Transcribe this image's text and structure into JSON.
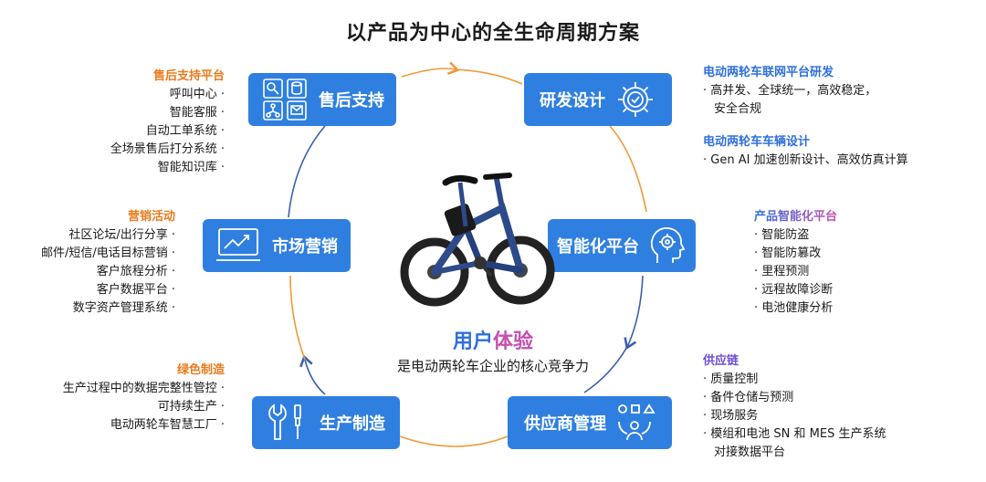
{
  "title": "以产品为中心的全生命周期方案",
  "center": {
    "ux_part1": "用户",
    "ux_part2": "体验",
    "subtitle": "是电动两轮车企业的核心竞争力"
  },
  "nodes": {
    "after_sales": "售后支持",
    "rnd": "研发设计",
    "smart": "智能化平台",
    "supplier": "供应商管理",
    "production": "生产制造",
    "marketing": "市场营销"
  },
  "groups": {
    "after_sales": {
      "heading": "售后支持平台",
      "items": [
        "呼叫中心",
        "智能客服",
        "自动工单系统",
        "全场景售后打分系统",
        "智能知识库"
      ]
    },
    "marketing": {
      "heading": "营销活动",
      "items": [
        "社区论坛/出行分享",
        "邮件/短信/电话目标营销",
        "客户旅程分析",
        "客户数据平台",
        "数字资产管理系统"
      ]
    },
    "green": {
      "heading": "绿色制造",
      "items": [
        "生产过程中的数据完整性管控",
        "可持续生产",
        "电动两轮车智慧工厂"
      ]
    },
    "rnd_platform": {
      "heading": "电动两轮车联网平台研发",
      "items": [
        "高并发、全球统一，高效稳定，",
        "安全合规"
      ]
    },
    "vehicle_design": {
      "heading": "电动两轮车车辆设计",
      "items": [
        "Gen AI 加速创新设计、高效仿真计算"
      ]
    },
    "smart_platform": {
      "heading": "产品智能化平台",
      "items": [
        "智能防盗",
        "智能防篡改",
        "里程预测",
        "远程故障诊断",
        "电池健康分析"
      ]
    },
    "supply_chain": {
      "heading": "供应链",
      "items": [
        "质量控制",
        "备件仓储与预测",
        "现场服务",
        "模组和电池 SN 和 MES 生产系统",
        "对接数据平台"
      ]
    }
  },
  "colors": {
    "box": "#2f7fe0",
    "orange": "#ea7b1c",
    "blue": "#2f6fdc",
    "purple": "#6c4fd6",
    "ring_blue": "#3a5fb0",
    "ring_orange": "#ee9a3a"
  },
  "icons": {
    "after_sales": "support-grid-icon",
    "rnd": "gear-check-icon",
    "smart": "head-gear-icon",
    "supplier": "people-shapes-icon",
    "production": "wrench-screwdriver-icon",
    "marketing": "chart-monitor-icon"
  }
}
